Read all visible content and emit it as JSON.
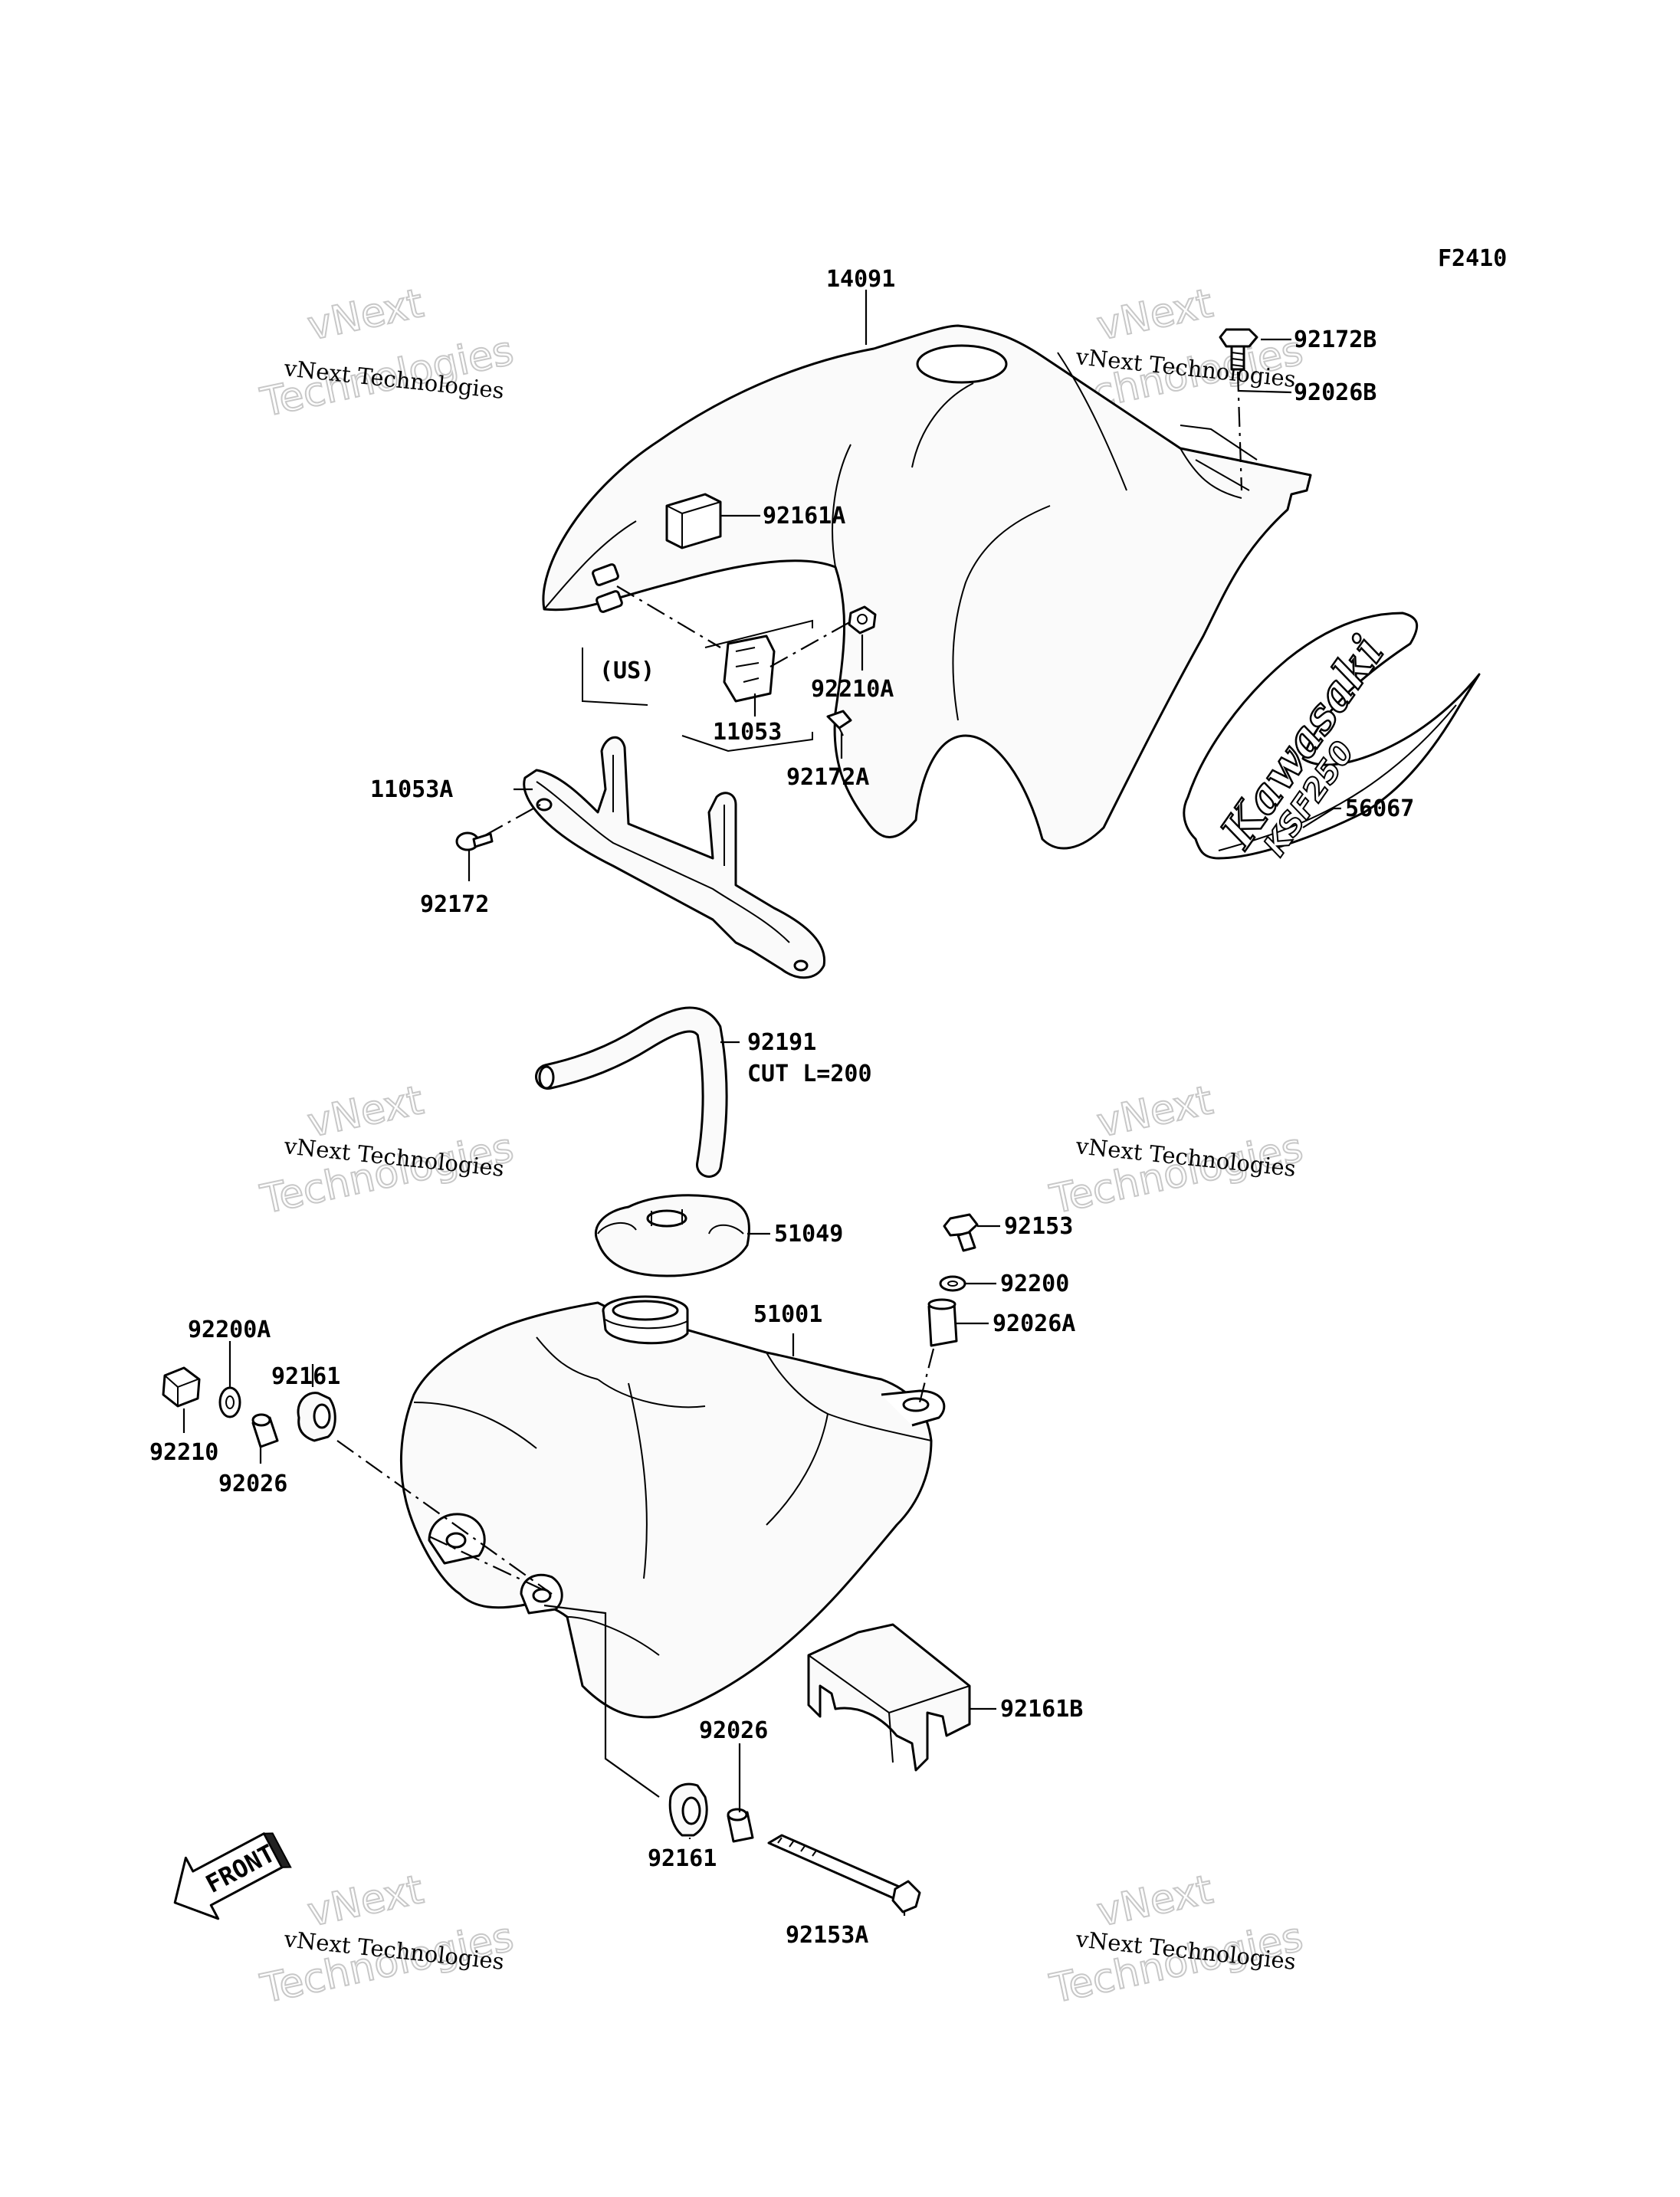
{
  "figure_code": "F2410",
  "labels": {
    "p14091": "14091",
    "p92172B": "92172B",
    "p92026B": "92026B",
    "p92161A": "92161A",
    "pUS": "(US)",
    "p92210A": "92210A",
    "p11053": "11053",
    "p92172A": "92172A",
    "p11053A": "11053A",
    "p92172": "92172",
    "p56067": "56067",
    "p92191": "92191",
    "p92191_note": "CUT L=200",
    "p51049": "51049",
    "p92153": "92153",
    "p92200": "92200",
    "p51001": "51001",
    "p92026A": "92026A",
    "p92200A": "92200A",
    "p92161_left": "92161",
    "p92210": "92210",
    "p92026_left": "92026",
    "p92161B": "92161B",
    "p92026_bottom": "92026",
    "p92161_bottom": "92161",
    "p92153A": "92153A"
  },
  "decal": {
    "brand": "Kawasaki",
    "model": "KSF250"
  },
  "front_arrow": "FRONT",
  "watermark": {
    "line1": "vNext Technologies",
    "line2": "vNext",
    "line3": "Technologies"
  }
}
